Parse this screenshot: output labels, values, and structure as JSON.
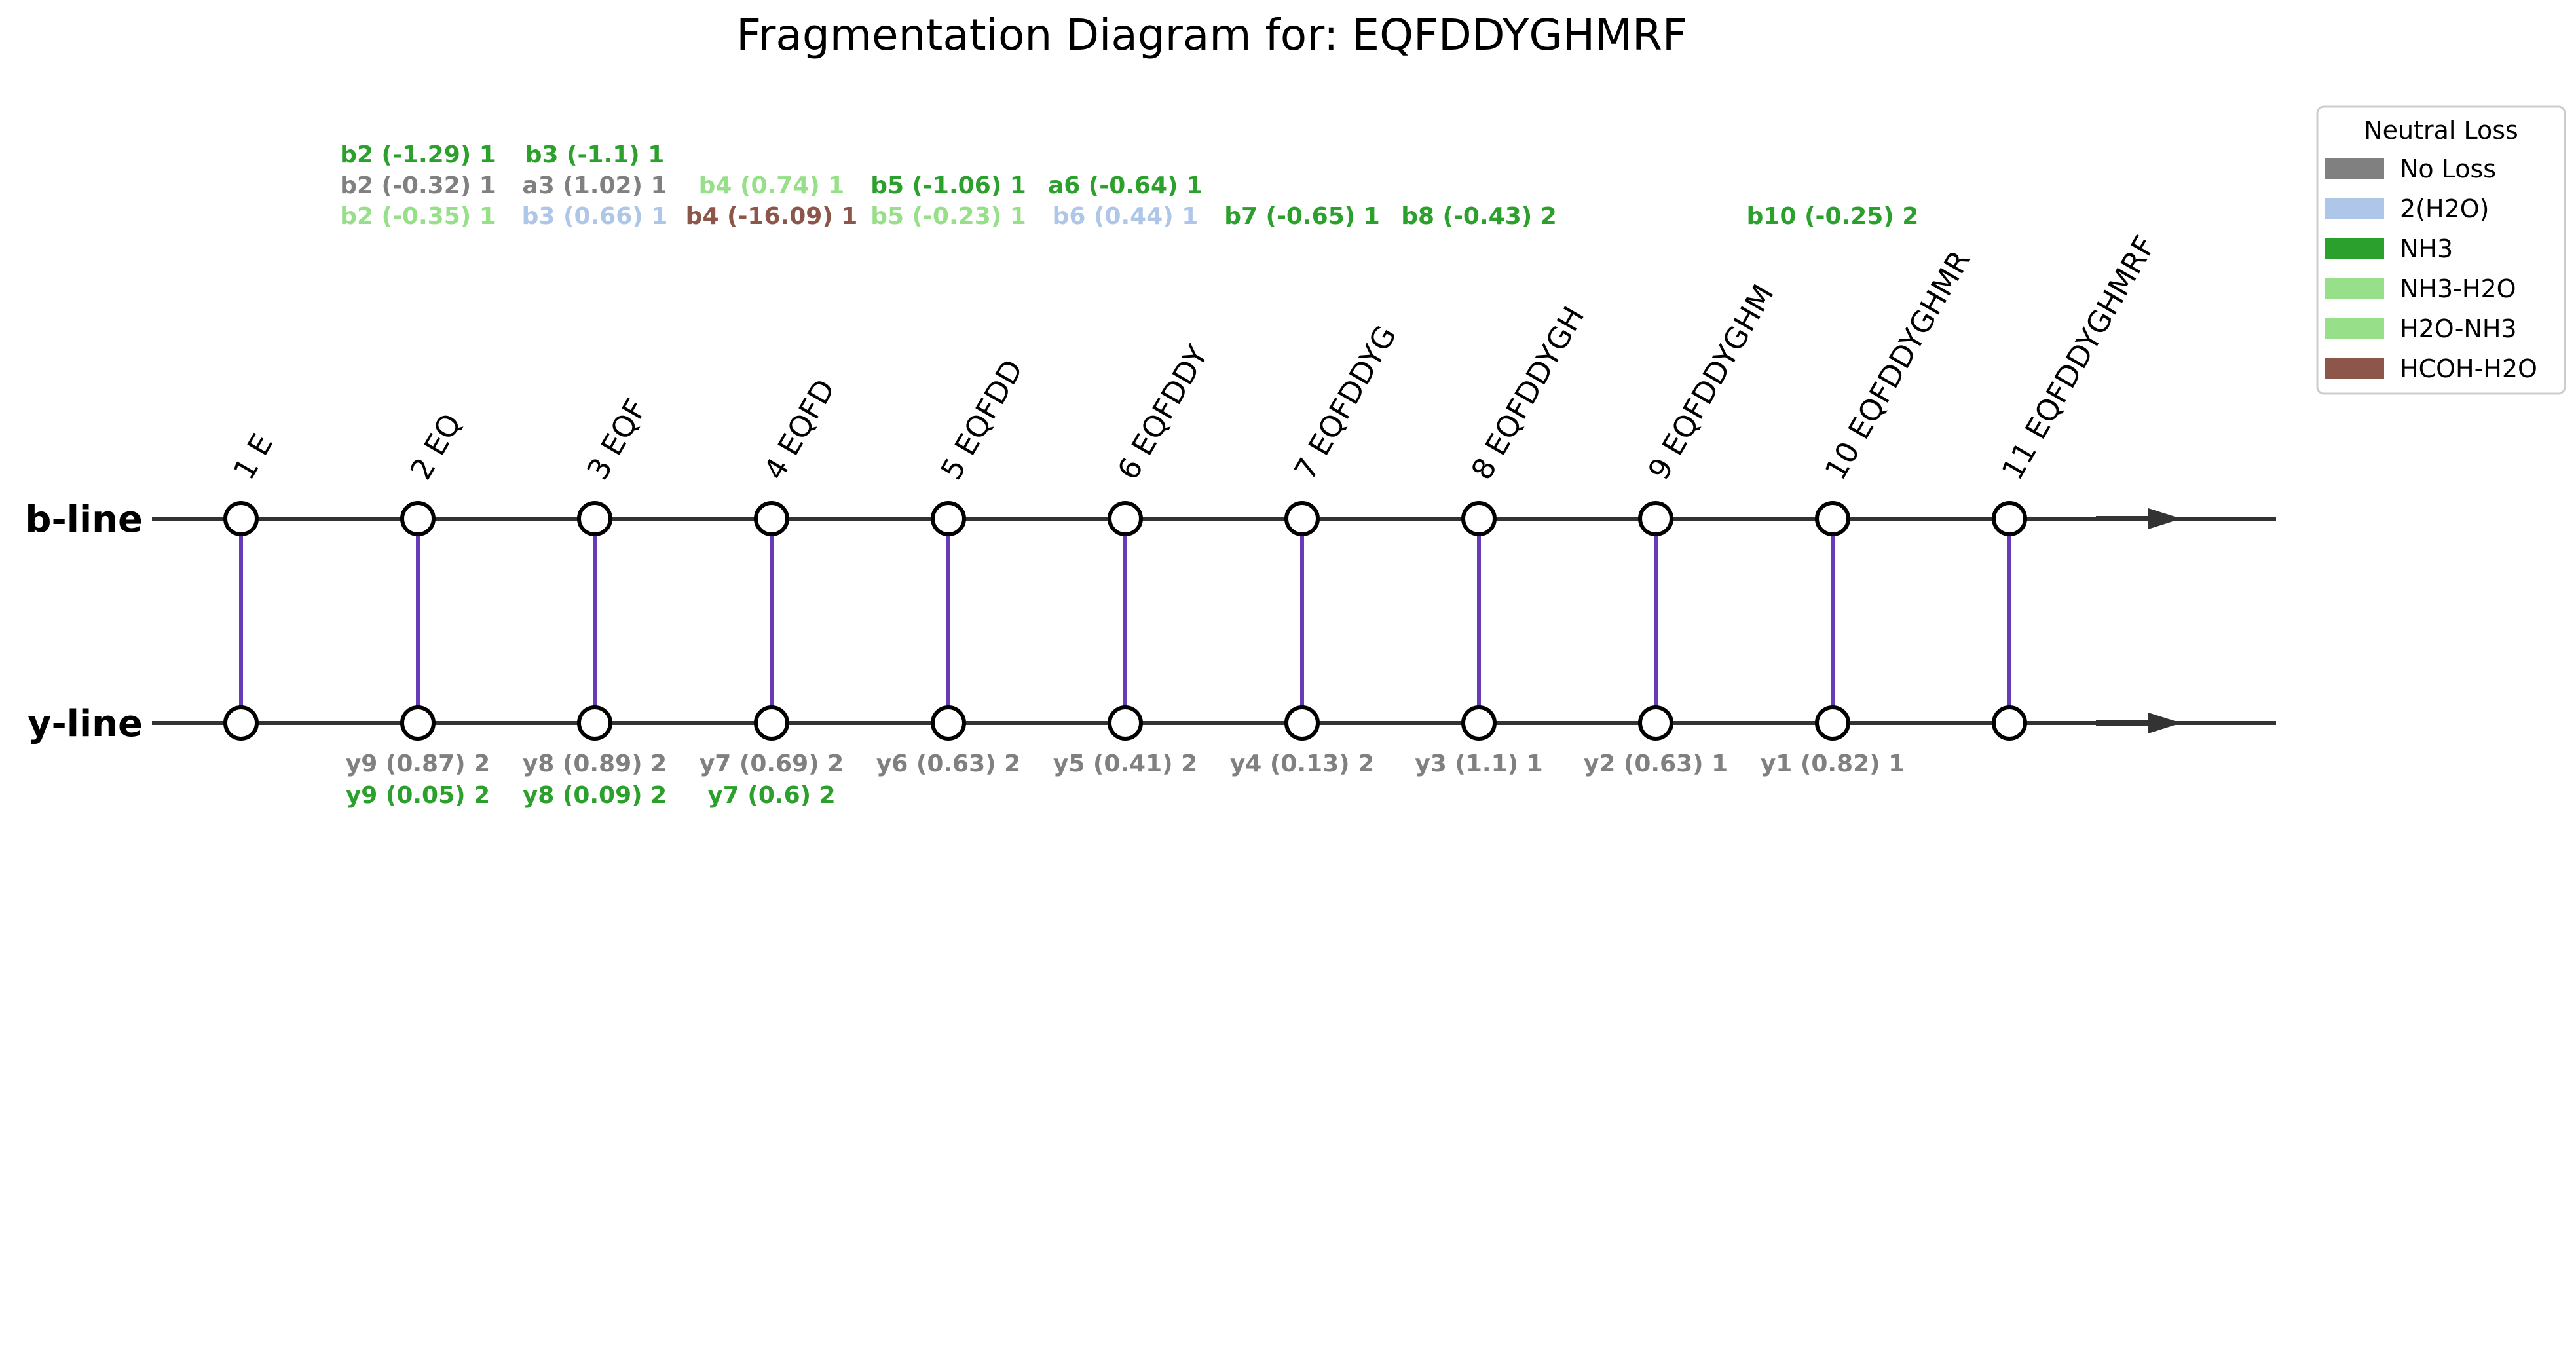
{
  "title": "Fragmentation Diagram for: EQFDDYGHMRF",
  "b_line_label": "b-line",
  "y_line_label": "y-line",
  "colors": {
    "No Loss": "#808080",
    "2(H2O)": "#aec7e8",
    "NH3": "#2ca02c",
    "NH3-H2O": "#98df8a",
    "H2O-NH3": "#98df8a",
    "HCOH-H2O": "#8c564b",
    "connector": "#673ab7",
    "line": "#333333"
  },
  "positions": [
    {
      "label": "1 E"
    },
    {
      "label": "2 EQ"
    },
    {
      "label": "3 EQF"
    },
    {
      "label": "4 EQFD"
    },
    {
      "label": "5 EQFDD"
    },
    {
      "label": "6 EQFDDY"
    },
    {
      "label": "7 EQFDDYG"
    },
    {
      "label": "8 EQFDDYGH"
    },
    {
      "label": "9 EQFDDYGHM"
    },
    {
      "label": "10 EQFDDYGHMR"
    },
    {
      "label": "11 EQFDDYGHMRF"
    }
  ],
  "b_ions": [
    {
      "site": 2,
      "row": 0,
      "text": "b2 (-1.29) 1",
      "loss": "NH3"
    },
    {
      "site": 2,
      "row": 1,
      "text": "b2 (-0.32) 1",
      "loss": "No Loss"
    },
    {
      "site": 2,
      "row": 2,
      "text": "b2 (-0.35) 1",
      "loss": "NH3-H2O"
    },
    {
      "site": 3,
      "row": 0,
      "text": "b3 (-1.1) 1",
      "loss": "NH3"
    },
    {
      "site": 3,
      "row": 1,
      "text": "a3 (1.02) 1",
      "loss": "No Loss"
    },
    {
      "site": 3,
      "row": 2,
      "text": "b3 (0.66) 1",
      "loss": "2(H2O)"
    },
    {
      "site": 4,
      "row": 1,
      "text": "b4 (0.74) 1",
      "loss": "NH3-H2O"
    },
    {
      "site": 4,
      "row": 2,
      "text": "b4 (-16.09) 1",
      "loss": "HCOH-H2O"
    },
    {
      "site": 5,
      "row": 1,
      "text": "b5 (-1.06) 1",
      "loss": "NH3"
    },
    {
      "site": 5,
      "row": 2,
      "text": "b5 (-0.23) 1",
      "loss": "NH3-H2O"
    },
    {
      "site": 6,
      "row": 1,
      "text": "a6 (-0.64) 1",
      "loss": "NH3"
    },
    {
      "site": 6,
      "row": 2,
      "text": "b6 (0.44) 1",
      "loss": "2(H2O)"
    },
    {
      "site": 7,
      "row": 2,
      "text": "b7 (-0.65) 1",
      "loss": "NH3"
    },
    {
      "site": 8,
      "row": 2,
      "text": "b8 (-0.43) 2",
      "loss": "NH3"
    },
    {
      "site": 10,
      "row": 2,
      "text": "b10 (-0.25) 2",
      "loss": "NH3"
    }
  ],
  "y_ions": [
    {
      "site": 2,
      "row": 0,
      "text": "y9 (0.87) 2",
      "loss": "No Loss"
    },
    {
      "site": 2,
      "row": 1,
      "text": "y9 (0.05) 2",
      "loss": "NH3"
    },
    {
      "site": 3,
      "row": 0,
      "text": "y8 (0.89) 2",
      "loss": "No Loss"
    },
    {
      "site": 3,
      "row": 1,
      "text": "y8 (0.09) 2",
      "loss": "NH3"
    },
    {
      "site": 4,
      "row": 0,
      "text": "y7 (0.69) 2",
      "loss": "No Loss"
    },
    {
      "site": 4,
      "row": 1,
      "text": "y7 (0.6) 2",
      "loss": "NH3"
    },
    {
      "site": 5,
      "row": 0,
      "text": "y6 (0.63) 2",
      "loss": "No Loss"
    },
    {
      "site": 6,
      "row": 0,
      "text": "y5 (0.41) 2",
      "loss": "No Loss"
    },
    {
      "site": 7,
      "row": 0,
      "text": "y4 (0.13) 2",
      "loss": "No Loss"
    },
    {
      "site": 8,
      "row": 0,
      "text": "y3 (1.1) 1",
      "loss": "No Loss"
    },
    {
      "site": 9,
      "row": 0,
      "text": "y2 (0.63) 1",
      "loss": "No Loss"
    },
    {
      "site": 10,
      "row": 0,
      "text": "y1 (0.82) 1",
      "loss": "No Loss"
    }
  ],
  "legend": {
    "title": "Neutral Loss",
    "items": [
      {
        "label": "No Loss",
        "color": "#808080"
      },
      {
        "label": "2(H2O)",
        "color": "#aec7e8"
      },
      {
        "label": "NH3",
        "color": "#2ca02c"
      },
      {
        "label": "NH3-H2O",
        "color": "#98df8a"
      },
      {
        "label": "H2O-NH3",
        "color": "#98df8a"
      },
      {
        "label": "HCOH-H2O",
        "color": "#8c564b"
      }
    ]
  }
}
